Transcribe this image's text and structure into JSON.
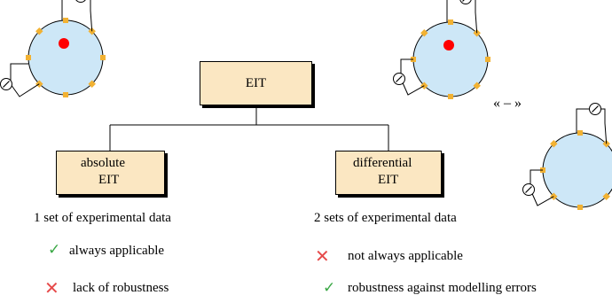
{
  "center": {
    "label": "EIT"
  },
  "left": {
    "box_line1": "absolute",
    "box_line2": "EIT",
    "data_sets": "1 set of experimental data",
    "items": [
      {
        "mark": "check",
        "text": "always applicable"
      },
      {
        "mark": "cross",
        "text": "lack of robustness"
      }
    ]
  },
  "right": {
    "box_line1": "differential",
    "box_line2": "EIT",
    "data_sets": "2 sets of experimental data",
    "items": [
      {
        "mark": "cross",
        "text": "not always applicable"
      },
      {
        "mark": "check",
        "text": "robustness against modelling errors"
      }
    ]
  },
  "minus_label": "« – »",
  "marks": {
    "check": "✓",
    "cross": "✕"
  },
  "colors": {
    "box_fill": "#fbe7c2",
    "disk_fill": "#cde7f7",
    "electrode": "#f2b233",
    "inclusion": "#ff0000",
    "check": "#3aa845",
    "cross": "#e64a4a"
  }
}
